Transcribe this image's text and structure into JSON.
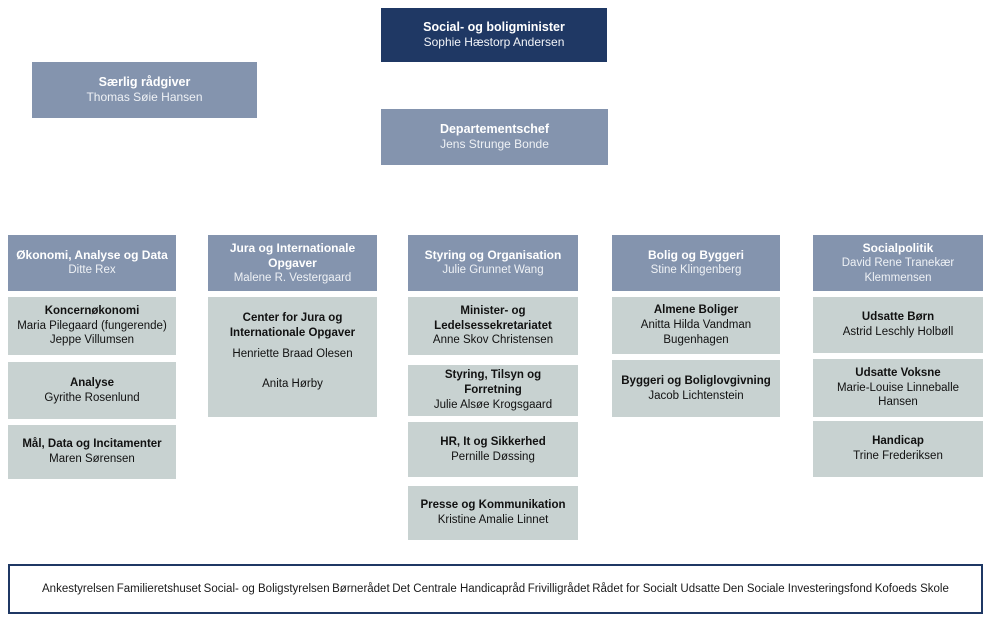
{
  "org": {
    "minister": {
      "title": "Social- og boligminister",
      "name": "Sophie Hæstorp Andersen"
    },
    "advisor": {
      "title": "Særlig rådgiver",
      "name": "Thomas Søie Hansen"
    },
    "permanent_secretary": {
      "title": "Departementschef",
      "name": "Jens Strunge Bonde"
    },
    "columns": [
      {
        "title": "Økonomi, Analyse og Data",
        "head": "Ditte Rex",
        "units": [
          {
            "title": "Koncernøkonomi",
            "names": "Maria Pilegaard (fungerende)\nJeppe Villumsen"
          },
          {
            "title": "Analyse",
            "names": "Gyrithe Rosenlund"
          },
          {
            "title": "Mål, Data og Incitamenter",
            "names": "Maren Sørensen"
          }
        ]
      },
      {
        "title": "Jura og Internationale Opgaver",
        "head": "Malene R. Vestergaard",
        "units": [
          {
            "title": "Center for Jura og Internationale Opgaver",
            "names": "Henriette Braad Olesen\n\nAnita Hørby"
          }
        ]
      },
      {
        "title": "Styring og Organisation",
        "head": "Julie Grunnet Wang",
        "units": [
          {
            "title": "Minister- og Ledelsessekretariatet",
            "names": "Anne Skov Christensen"
          },
          {
            "title": "Styring, Tilsyn og Forretning",
            "names": "Julie Alsøe Krogsgaard"
          },
          {
            "title": "HR, It og Sikkerhed",
            "names": "Pernille Døssing"
          },
          {
            "title": "Presse og Kommunikation",
            "names": "Kristine Amalie Linnet"
          }
        ]
      },
      {
        "title": "Bolig og Byggeri",
        "head": "Stine Klingenberg",
        "units": [
          {
            "title": "Almene Boliger",
            "names": "Anitta Hilda Vandman Bugenhagen"
          },
          {
            "title": "Byggeri og Boliglovgivning",
            "names": "Jacob Lichtenstein"
          }
        ]
      },
      {
        "title": "Socialpolitik",
        "head": "David Rene Tranekær Klemmensen",
        "units": [
          {
            "title": "Udsatte Børn",
            "names": "Astrid Leschly Holbøll"
          },
          {
            "title": "Udsatte Voksne",
            "names": "Marie-Louise Linneballe Hansen"
          },
          {
            "title": "Handicap",
            "names": "Trine Frederiksen"
          }
        ]
      }
    ],
    "agencies": [
      "Ankestyrelsen",
      "Familieretshuset",
      "Social- og Boligstyrelsen",
      "Børnerådet",
      "Det Centrale Handicapråd",
      "Frivilligrådet",
      "Rådet for Socialt Udsatte",
      "Den Sociale Investeringsfond",
      "Kofoeds Skole"
    ],
    "colors": {
      "navy": "#1f3864",
      "blue_gray": "#8494ae",
      "unit_bg": "#c8d2d1",
      "text_dark": "#1a1a1a"
    }
  }
}
